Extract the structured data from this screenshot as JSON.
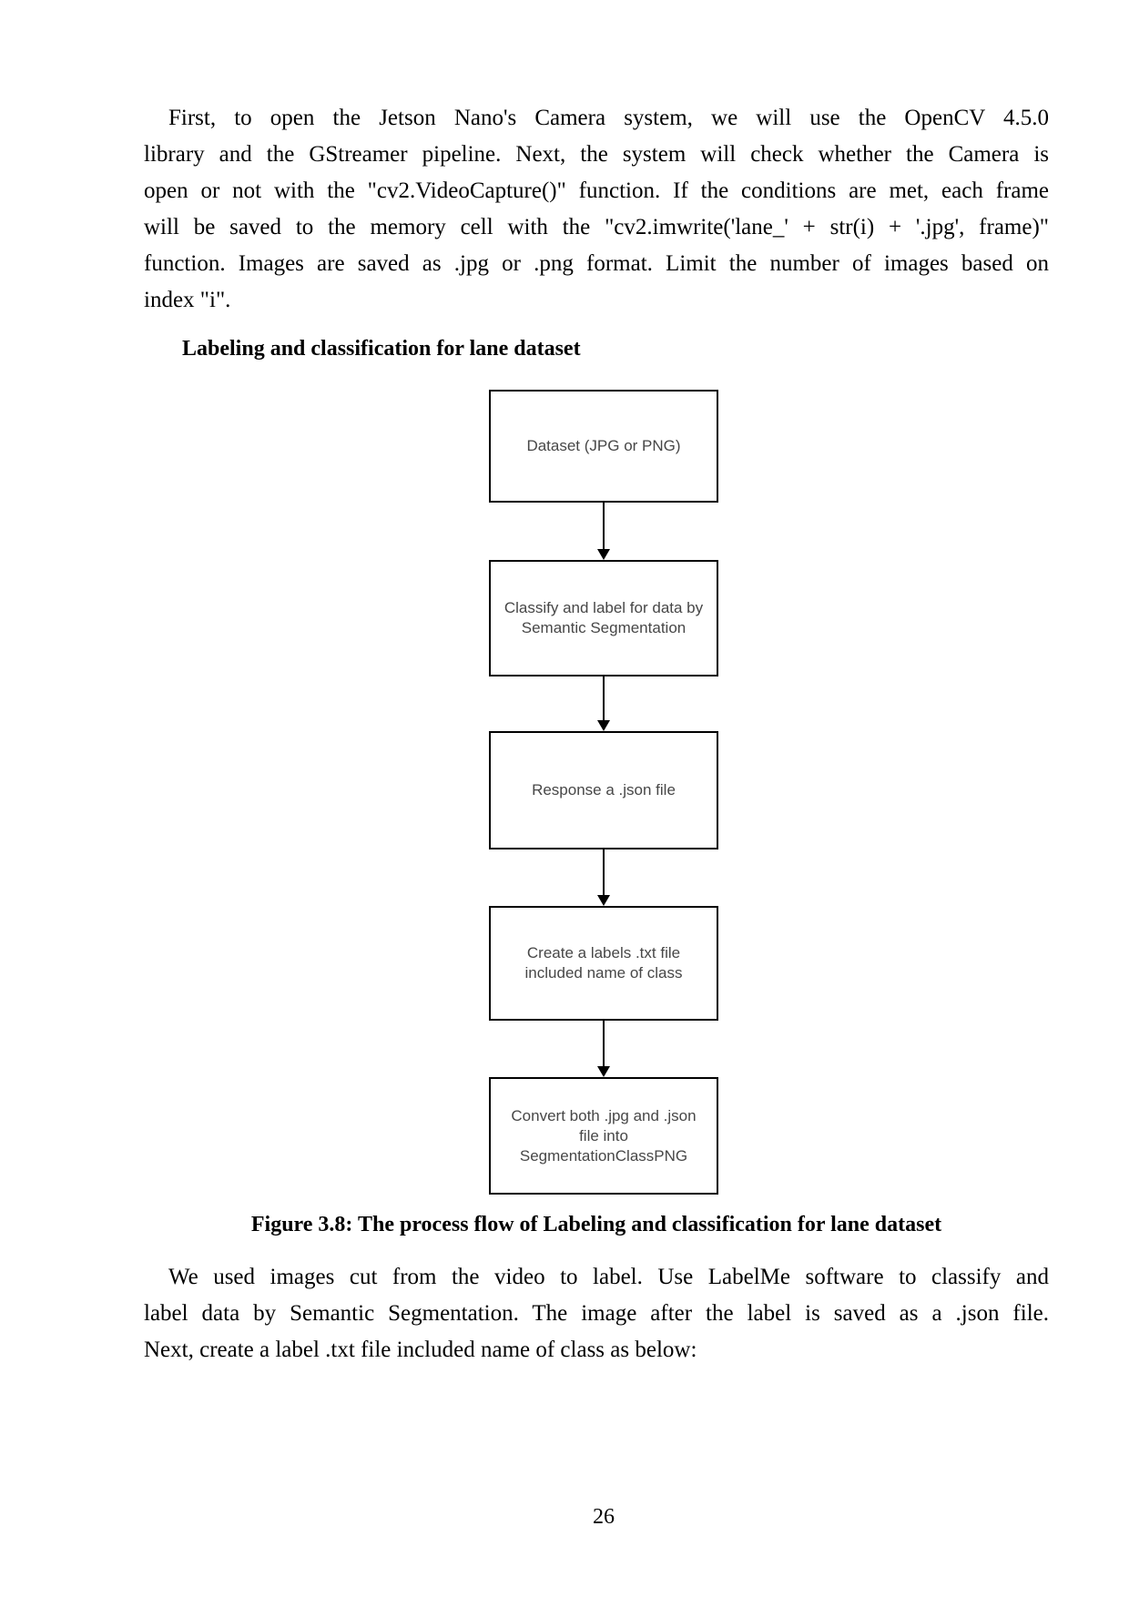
{
  "paragraph1": {
    "lines": [
      "First, to open the Jetson Nano's Camera system, we will use the OpenCV 4.5.0",
      "library and the GStreamer pipeline. Next, the system will check whether the Camera is",
      "open or not with the \"cv2.VideoCapture()\" function. If the conditions are met, each frame",
      "will be saved to the memory cell with the \"cv2.imwrite('lane_' + str(i) + '.jpg', frame)\"",
      "function. Images are saved as .jpg or .png format. Limit the number of images based on",
      "index \"i\"."
    ]
  },
  "section_heading": "Labeling and classification for lane dataset",
  "flowchart": {
    "boxes": [
      {
        "label": "Dataset (JPG or PNG)"
      },
      {
        "label": "Classify and label for data by\nSemantic Segmentation"
      },
      {
        "label": "Response a .json file"
      },
      {
        "label": "Create a labels .txt file\nincluded name of class"
      },
      {
        "label": "Convert both .jpg and .json\nfile into\nSegmentationClassPNG"
      }
    ],
    "border_color": "#000000",
    "text_color": "#474747"
  },
  "figure_caption": "Figure 3.8: The process flow of Labeling and classification for lane dataset",
  "paragraph2": {
    "lines": [
      "We used images cut from the video to label. Use LabelMe software to classify and",
      "label data by Semantic Segmentation. The image after the label is saved as a .json file.",
      "Next, create a label .txt file included name of class as below:"
    ]
  },
  "page": {
    "number": "26"
  }
}
